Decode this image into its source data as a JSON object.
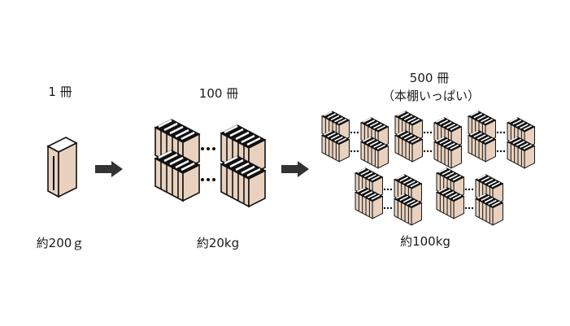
{
  "stage1": {
    "count_label": "1 冊",
    "weight_label": "約200ｇ"
  },
  "stage2": {
    "count_label": "100 冊",
    "weight_label": "約20kg"
  },
  "stage3": {
    "count_label": "500 冊",
    "sub_label": "（本棚いっぱい）",
    "weight_label": "約100kg"
  },
  "ellipsis": "•••",
  "colors": {
    "book_fill": "#e8d2bf",
    "outline": "#111111",
    "arrow": "#333333",
    "page_top": "#ffffff"
  },
  "icons": {
    "arrow": "arrow-right-icon",
    "book": "book-icon",
    "stack": "book-stack-icon"
  }
}
